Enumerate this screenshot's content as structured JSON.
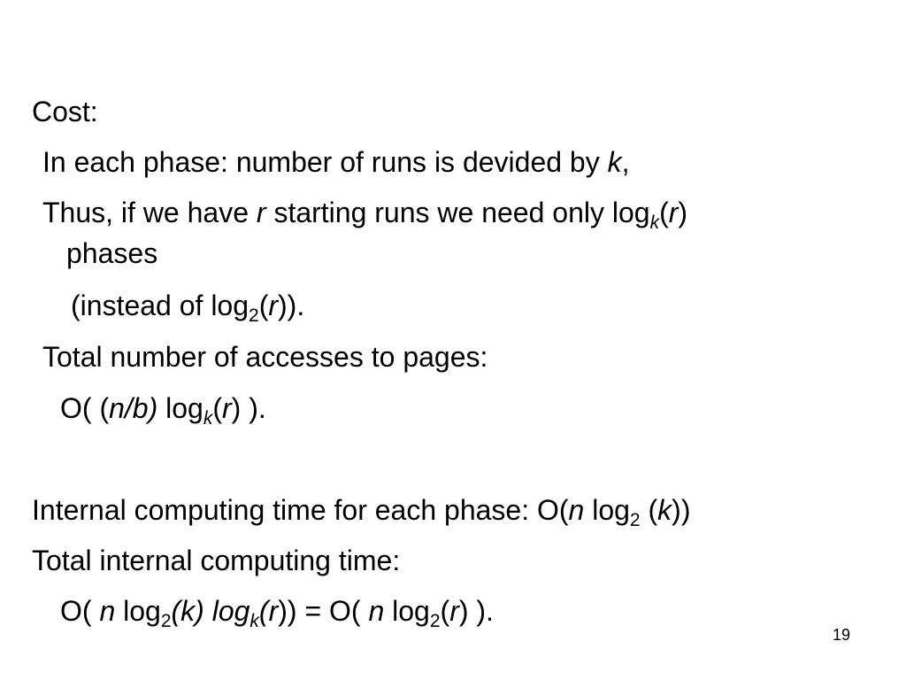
{
  "slide": {
    "cost_heading": "Cost:",
    "phase_line": {
      "text": "In each phase: number of runs is devided by",
      "var": "k",
      "end": ","
    },
    "thus_line": {
      "text_a": "Thus, if we have",
      "var_r": "r",
      "text_b": "starting runs we need only log",
      "sub_k": "k",
      "paren_open": "(",
      "var_r2": "r",
      "paren_close": ")",
      "continuation": "phases"
    },
    "instead_line": {
      "text_a": "(instead of log",
      "sub_2": "2",
      "paren_open": "(",
      "var_r": "r",
      "text_b": "))."
    },
    "total_accesses_heading": "Total number of accesses to pages:",
    "accesses_formula": {
      "text_a": "O( (",
      "var_nb": "n/b)",
      "text_log": "log",
      "sub_k": "k",
      "paren_open": "(",
      "var_r": "r",
      "text_b": ") )."
    },
    "internal_phase_line": {
      "text_a": "Internal computing time for each phase: O(",
      "var_n": "n",
      "text_log": "log",
      "sub_2": "2",
      "paren_open": "(",
      "var_k": "k",
      "text_b": "))"
    },
    "total_internal_heading": "Total internal computing time:",
    "final_formula": {
      "text_a": "O(",
      "var_n": "n",
      "text_log": "log",
      "sub_2": "2",
      "italic_k": "(k) log",
      "sub_k": "k",
      "italic_paren": "(",
      "var_r": "r",
      "text_b": ")) = O(",
      "var_n2": "n",
      "text_log2": "log",
      "sub_2b": "2",
      "paren_open2": "(",
      "var_r2": "r",
      "text_c": ") )."
    },
    "page_number": "19"
  }
}
